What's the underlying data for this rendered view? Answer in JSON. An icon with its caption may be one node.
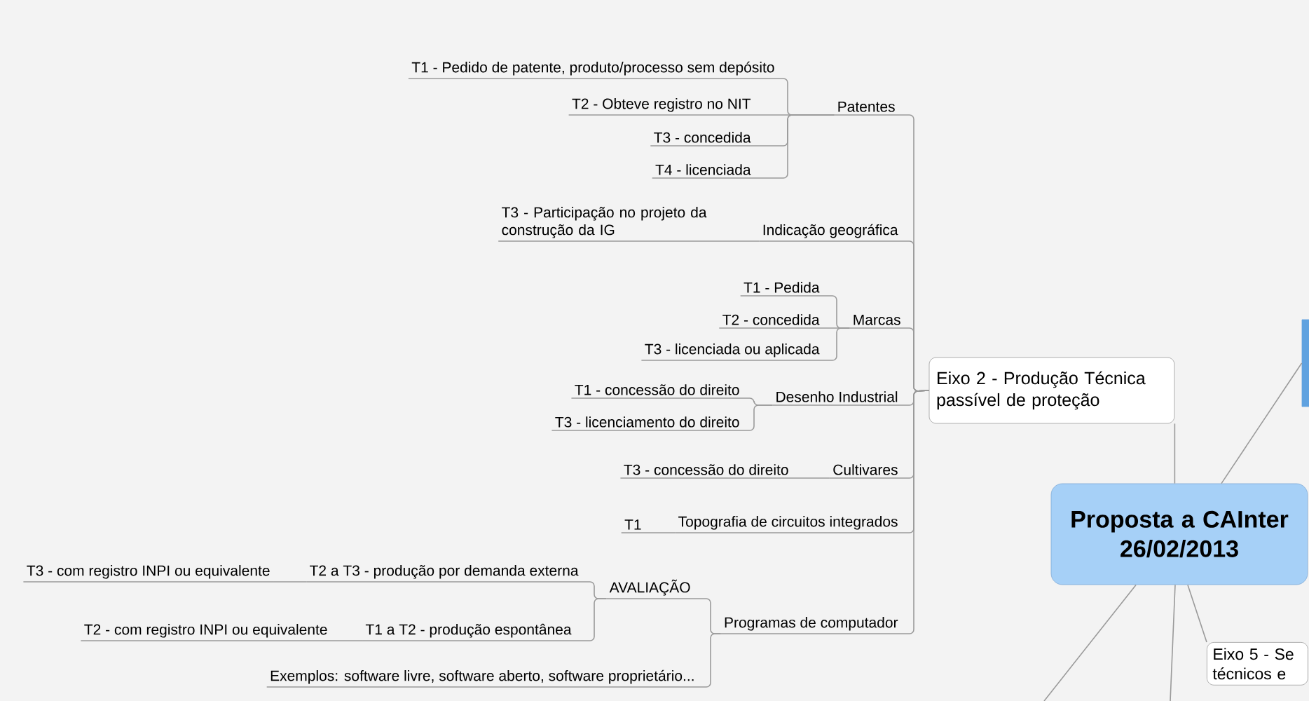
{
  "diagram": {
    "nodes": [
      {
        "text": [
          "Proposta a CAInter 26/02/2013"
        ]
      },
      {
        "text": [
          "Eixo 2 - Produção Técnica passível de proteção"
        ]
      },
      {
        "text": [
          "Patentes"
        ]
      },
      {
        "text": [
          "T1 - Pedido de patente, produto/processo sem depósito"
        ]
      },
      {
        "text": [
          "T2 - Obteve registro no NIT"
        ]
      },
      {
        "text": [
          "T3 - concedida"
        ]
      },
      {
        "text": [
          "T4 - licenciada"
        ]
      },
      {
        "text": [
          "Indicação geográfica"
        ]
      },
      {
        "text": [
          "T3 - Participação no projeto da construção da IG"
        ]
      },
      {
        "text": [
          "Marcas"
        ]
      },
      {
        "text": [
          "T1 - Pedida"
        ]
      },
      {
        "text": [
          "T2 - concedida"
        ]
      },
      {
        "text": [
          "T3 - licenciada ou aplicada"
        ]
      },
      {
        "text": [
          "Desenho Industrial"
        ]
      },
      {
        "text": [
          "T1 - concessão do direito"
        ]
      },
      {
        "text": [
          "T3 - licenciamento do direito"
        ]
      },
      {
        "text": [
          "Cultivares"
        ]
      },
      {
        "text": [
          "T3 - concessão do direito"
        ]
      },
      {
        "text": [
          "Topografia de circuitos integrados"
        ]
      },
      {
        "text": [
          "T1"
        ]
      },
      {
        "text": [
          "Programas de computador"
        ]
      },
      {
        "text": [
          "AVALIAÇÃO"
        ]
      },
      {
        "text": [
          "Exemplos: software livre, software aberto, software proprietário..."
        ]
      },
      {
        "text": [
          "T2 a T3 - produção por demanda externa"
        ]
      },
      {
        "text": [
          "T1 a T2 - produção espontânea"
        ]
      },
      {
        "text": [
          "T3 - com registro INPI ou equivalente"
        ]
      },
      {
        "text": [
          "T2 - com registro INPI ou equivalente"
        ]
      },
      {
        "text": [
          "Eixo 5 - Se técnicos e"
        ]
      },
      {
        "text": [],
        "shape": "box"
      }
    ],
    "edges": [
      {
        "from": 0,
        "to": 1,
        "arrow": "none"
      },
      {
        "from": 0,
        "to": 28,
        "arrow": "none"
      },
      {
        "from": 0,
        "to": 27,
        "arrow": "none"
      },
      {
        "from": 0,
        "to": null,
        "arrow": "none"
      },
      {
        "from": 0,
        "to": null,
        "arrow": "none"
      },
      {
        "from": 1,
        "to": 2,
        "arrow": "none"
      },
      {
        "from": 2,
        "to": 3,
        "arrow": "none"
      },
      {
        "from": 2,
        "to": 4,
        "arrow": "none"
      },
      {
        "from": 2,
        "to": 5,
        "arrow": "none"
      },
      {
        "from": 2,
        "to": 6,
        "arrow": "none"
      },
      {
        "from": 1,
        "to": 7,
        "arrow": "none"
      },
      {
        "from": 7,
        "to": 8,
        "arrow": "none"
      },
      {
        "from": 1,
        "to": 9,
        "arrow": "none"
      },
      {
        "from": 9,
        "to": 10,
        "arrow": "none"
      },
      {
        "from": 9,
        "to": 11,
        "arrow": "none"
      },
      {
        "from": 9,
        "to": 12,
        "arrow": "none"
      },
      {
        "from": 1,
        "to": 13,
        "arrow": "none"
      },
      {
        "from": 13,
        "to": 14,
        "arrow": "none"
      },
      {
        "from": 13,
        "to": 15,
        "arrow": "none"
      },
      {
        "from": 1,
        "to": 16,
        "arrow": "none"
      },
      {
        "from": 16,
        "to": 17,
        "arrow": "none"
      },
      {
        "from": 1,
        "to": 18,
        "arrow": "none"
      },
      {
        "from": 18,
        "to": 19,
        "arrow": "none"
      },
      {
        "from": 1,
        "to": 20,
        "arrow": "none"
      },
      {
        "from": 20,
        "to": 21,
        "arrow": "none"
      },
      {
        "from": 20,
        "to": 22,
        "arrow": "none"
      },
      {
        "from": 21,
        "to": 23,
        "arrow": "none"
      },
      {
        "from": 21,
        "to": 24,
        "arrow": "none"
      },
      {
        "from": 23,
        "to": 25,
        "arrow": "none"
      },
      {
        "from": 24,
        "to": 26,
        "arrow": "none"
      }
    ]
  }
}
